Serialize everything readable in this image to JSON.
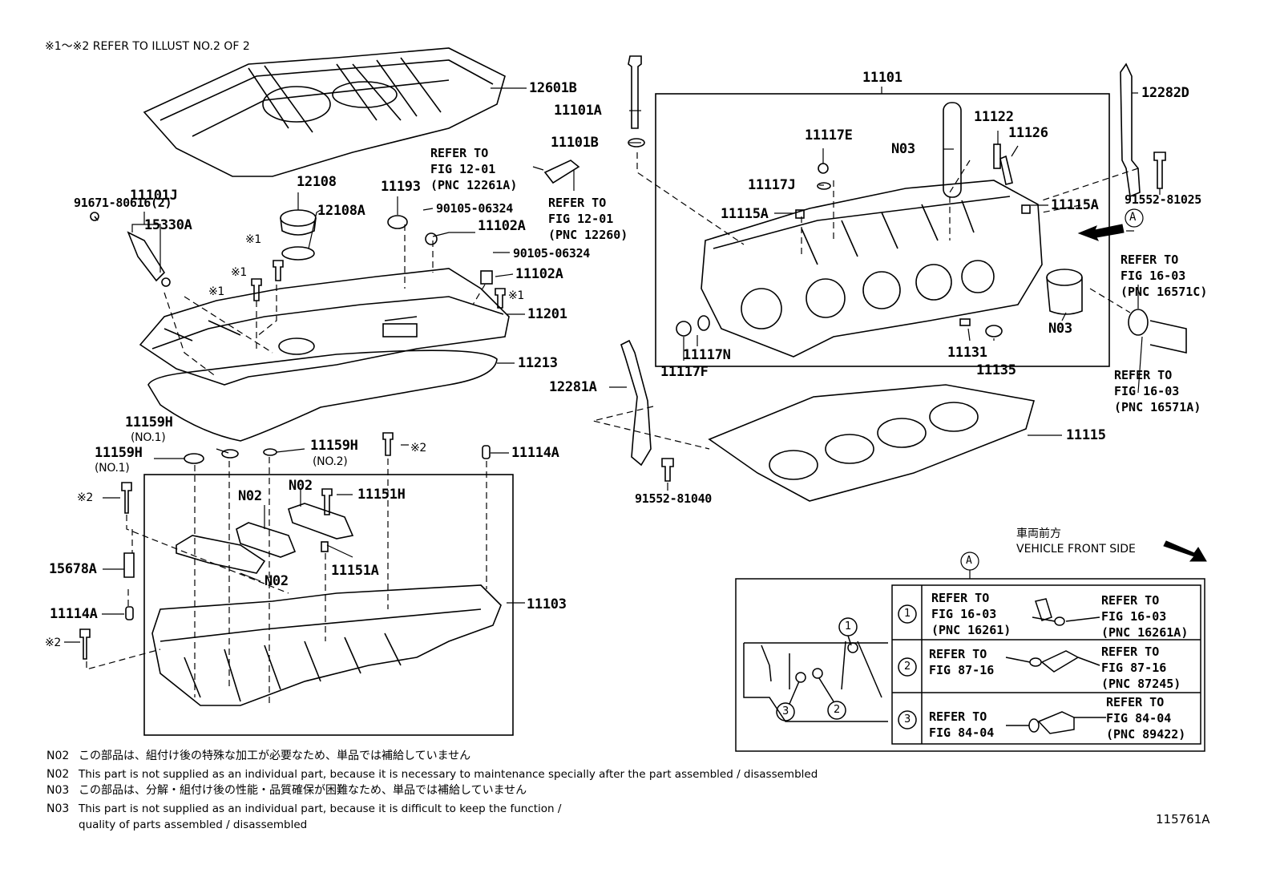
{
  "header_note": "※1～※2  REFER TO ILLUST NO.2 OF 2",
  "figure_id": "115761A",
  "labels": {
    "p12601B": "12601B",
    "p11101A": "11101A",
    "p11101B": "11101B",
    "p11101": "11101",
    "p12282D": "12282D",
    "p91552_81025": "91552-81025",
    "p11117E": "11117E",
    "p11122": "11122",
    "p11126": "11126",
    "pN03a": "N03",
    "p11117J": "11117J",
    "p11115A_l": "11115A",
    "p11115A_r": "11115A",
    "p91671": "91671-80616(2)",
    "p11101J": "11101J",
    "p15330A": "15330A",
    "p12108": "12108",
    "p12108A": "12108A",
    "p11193": "11193",
    "p90105a": "90105-06324",
    "p11102A_1": "11102A",
    "p90105b": "90105-06324",
    "p11102A_2": "11102A",
    "p11201": "11201",
    "p11213": "11213",
    "pX1a": "※1",
    "pX1b": "※1",
    "pX1c": "※1",
    "pX1d": "※1",
    "p11117N": "11117N",
    "p11117F": "11117F",
    "p11131": "11131",
    "p11135": "11135",
    "pN03b": "N03",
    "p12281A": "12281A",
    "p91552_81040": "91552-81040",
    "p11115": "11115",
    "p11159H_1": "11159H",
    "p11159H_1s": "(NO.1)",
    "p11159H_2": "11159H",
    "p11159H_2s": "(NO.1)",
    "p11159H_3": "11159H",
    "p11159H_3s": "(NO.2)",
    "pX2a": "※2",
    "p11114A_1": "11114A",
    "pX2b": "※2",
    "pN02a": "N02",
    "pN02b": "N02",
    "p11151H": "11151H",
    "p15678A": "15678A",
    "p11151A": "11151A",
    "pN02c": "N02",
    "p11103": "11103",
    "p11114A_2": "11114A",
    "pX2c": "※2",
    "calloutA": "A",
    "calloutA2": "A"
  },
  "refs": {
    "r1": [
      "REFER TO",
      "FIG 12-01",
      "(PNC 12261A)"
    ],
    "r2": [
      "REFER TO",
      "FIG 12-01",
      "(PNC 12260)"
    ],
    "r3": [
      "REFER TO",
      "FIG 16-03",
      "(PNC 16571C)"
    ],
    "r4": [
      "REFER TO",
      "FIG 16-03",
      "(PNC 16571A)"
    ]
  },
  "front": {
    "jp": "車両前方",
    "en": "VEHICLE FRONT SIDE"
  },
  "detail_table": [
    {
      "num": "1",
      "left": [
        "REFER TO",
        "FIG 16-03",
        "(PNC 16261)"
      ],
      "right": [
        "REFER TO",
        "FIG 16-03",
        "(PNC 16261A)"
      ]
    },
    {
      "num": "2",
      "left": [
        "REFER TO",
        "FIG 87-16"
      ],
      "right": [
        "REFER TO",
        "FIG 87-16",
        "(PNC 87245)"
      ]
    },
    {
      "num": "3",
      "left": [
        "REFER TO",
        "FIG 84-04"
      ],
      "right": [
        "REFER TO",
        "FIG 84-04",
        "(PNC 89422)"
      ]
    }
  ],
  "notes": [
    {
      "code": "N02",
      "text": "この部品は、組付け後の特殊な加工が必要なため、単品では補給していません"
    },
    {
      "code": "N02",
      "text": "This part is not supplied as an individual part, because it is necessary to maintenance specially after the part assembled / disassembled"
    },
    {
      "code": "N03",
      "text": "この部品は、分解・組付け後の性能・品質確保が困難なため、単品では補給していません"
    },
    {
      "code": "N03",
      "text": "This part is not supplied as an individual part, because it is difficult to keep the function /"
    },
    {
      "code": "",
      "text": "quality of parts  assembled / disassembled"
    }
  ]
}
